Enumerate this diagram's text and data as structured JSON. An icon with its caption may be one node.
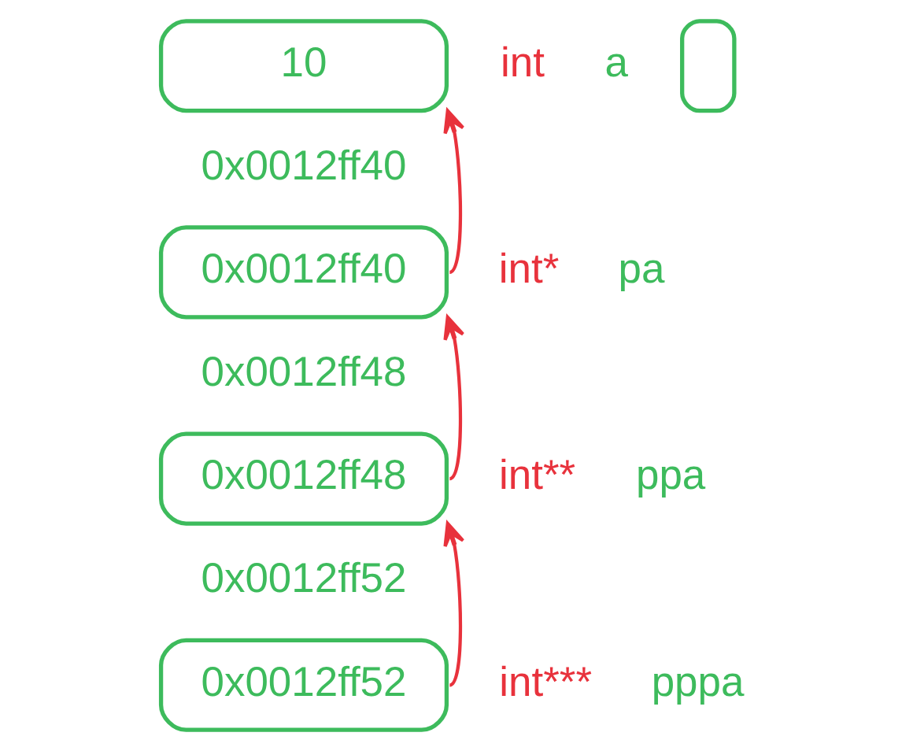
{
  "diagram": {
    "nodes": [
      {
        "text": [
          "10"
        ],
        "beside": [
          "int",
          "a",
          "0x0012ff40"
        ]
      },
      {
        "text": [],
        "shape": "box"
      },
      {
        "text": [
          "0x0012ff40"
        ],
        "beside": [
          "int*",
          "pa",
          "0x0012ff48"
        ]
      },
      {
        "text": [
          "0x0012ff48"
        ],
        "beside": [
          "int**",
          "ppa",
          "0x0012ff52"
        ]
      },
      {
        "text": [
          "0x0012ff52"
        ],
        "beside": [
          "int***",
          "pppa"
        ]
      }
    ],
    "edges": [
      {
        "from": 2,
        "to": 0,
        "arrow": "to"
      },
      {
        "from": 3,
        "to": 2,
        "arrow": "to"
      },
      {
        "from": 4,
        "to": 3,
        "arrow": "to"
      }
    ]
  }
}
